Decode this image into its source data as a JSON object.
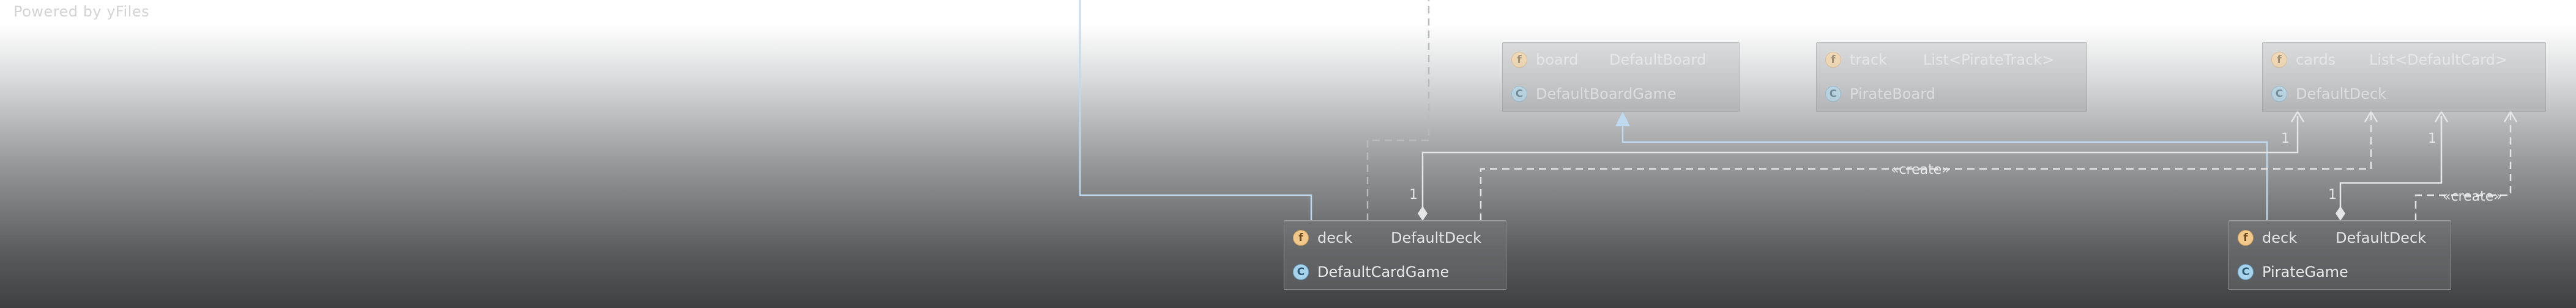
{
  "watermark": "Powered by yFiles",
  "nodes": {
    "default_card_game": {
      "field_icon": "f",
      "field_name": "deck",
      "field_type": "DefaultDeck",
      "class_icon": "C",
      "class_name": "DefaultCardGame"
    },
    "pirate_game": {
      "field_icon": "f",
      "field_name": "deck",
      "field_type": "DefaultDeck",
      "class_icon": "C",
      "class_name": "PirateGame"
    },
    "board_node": {
      "field_icon": "f",
      "field_name": "board",
      "field_type": "DefaultBoard",
      "class_icon": "C",
      "class_name": "DefaultBoardGame"
    },
    "track_node": {
      "field_icon": "f",
      "field_name": "track",
      "field_type": "List<PirateTrack>",
      "class_icon": "C",
      "class_name": "PirateBoard"
    },
    "cards_node": {
      "field_icon": "f",
      "field_name": "cards",
      "field_type": "List<DefaultCard>",
      "class_icon": "C",
      "class_name": "DefaultDeck"
    }
  },
  "edge_labels": {
    "create_main": "«create»",
    "create_right": "«create»",
    "mult_dcg_deck": "1",
    "mult_pg_deck": "1",
    "mult_pg_board": "1",
    "mult_cards": "1"
  },
  "colors": {
    "class_icon": "#a7d4ec",
    "field_icon": "#f3c98b",
    "association_edge": "#bfd9ef",
    "edge": "#ececec"
  },
  "icons": [
    "field-icon",
    "class-icon",
    "diamond-icon",
    "arrowhead-icon"
  ]
}
